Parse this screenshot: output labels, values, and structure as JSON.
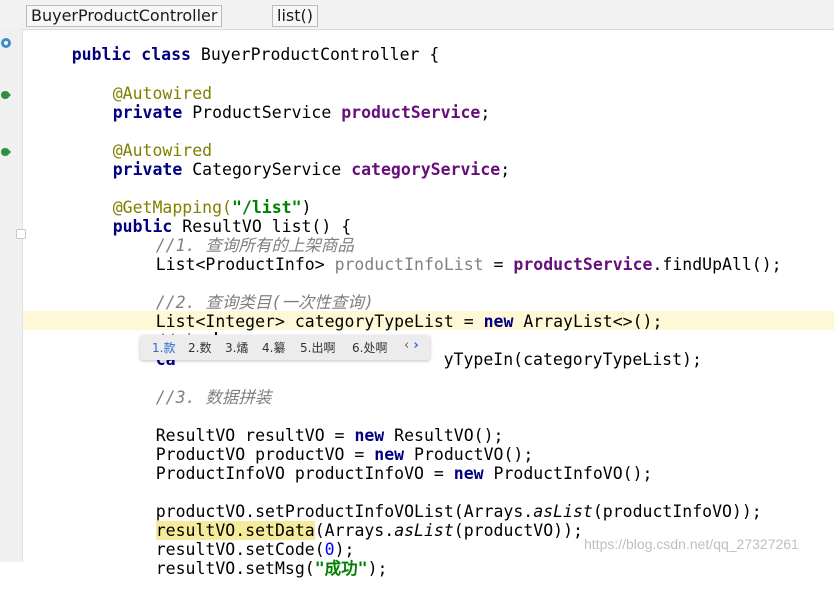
{
  "breadcrumb": {
    "class_name": "BuyerProductController",
    "method_name": "list()"
  },
  "code": {
    "l1": [
      "public class",
      " BuyerProductController {"
    ],
    "l2": [
      "@Autowired"
    ],
    "l3": [
      "private",
      " ProductService ",
      "productService",
      ";"
    ],
    "l4": [
      "@Autowired"
    ],
    "l5": [
      "private",
      " CategoryService ",
      "categoryService",
      ";"
    ],
    "l6": [
      "@GetMapping(",
      "\"/list\"",
      ")"
    ],
    "l7": [
      "public",
      " ResultVO list() {"
    ],
    "l8": [
      "//1. 查询所有的上架商品"
    ],
    "l9": [
      "List<ProductInfo> ",
      "productInfoList",
      " = ",
      "productService",
      ".findUpAll();"
    ],
    "l10": [
      "//2. 查询类目(一次性查询)"
    ],
    "l11": [
      "List<Integer> categoryTypeList = ",
      "new",
      " ArrayList<>();"
    ],
    "l12": [
      "//chua"
    ],
    "l13": [
      "ca",
      "yTypeIn(categoryTypeList);"
    ],
    "l14": [
      "//3. 数据拼装"
    ],
    "l15": [
      "ResultVO resultVO = ",
      "new",
      " ResultVO();"
    ],
    "l16": [
      "ProductVO productVO = ",
      "new",
      " ProductVO();"
    ],
    "l17": [
      "ProductInfoVO productInfoVO = ",
      "new",
      " ProductInfoVO();"
    ],
    "l18": [
      "productVO.setProductInfoVOList(Arrays.",
      "asList",
      "(productInfoVO));"
    ],
    "l19": [
      "resultVO.setData",
      "(Arrays.",
      "asList",
      "(productVO));"
    ],
    "l20": [
      "resultVO.setCode(",
      "0",
      ");"
    ],
    "l21": [
      "resultVO.setMsg(",
      "\"成功\"",
      ");"
    ]
  },
  "ime": {
    "candidates": [
      "1.款",
      "2.数",
      "3.燏",
      "4.纂",
      "5.出啊",
      "6.处啊"
    ],
    "prev": "‹",
    "next": "›"
  },
  "watermark": "https://blog.csdn.net/qq_27327261",
  "colors": {
    "keyword": "#000080",
    "annotation": "#808000",
    "field": "#660e7a",
    "string": "#008000",
    "number": "#0000ff",
    "comment": "#808080",
    "highlight": "#f6eb9a"
  }
}
